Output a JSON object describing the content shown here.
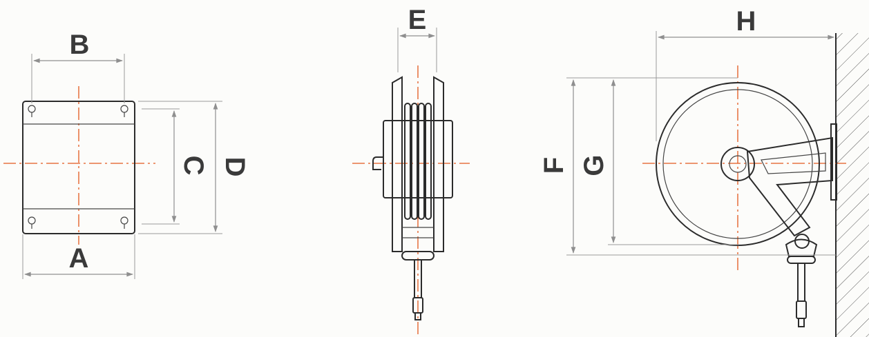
{
  "dimension_labels": {
    "A": "A",
    "B": "B",
    "C": "C",
    "D": "D",
    "E": "E",
    "F": "F",
    "G": "G",
    "H": "H"
  },
  "colors": {
    "centerline": "#e2571c",
    "outline": "#2b2b2b",
    "dimension": "#8f8f8f",
    "background": "#fcfcfa"
  },
  "views": [
    "rear-view",
    "front-view",
    "side-view"
  ]
}
